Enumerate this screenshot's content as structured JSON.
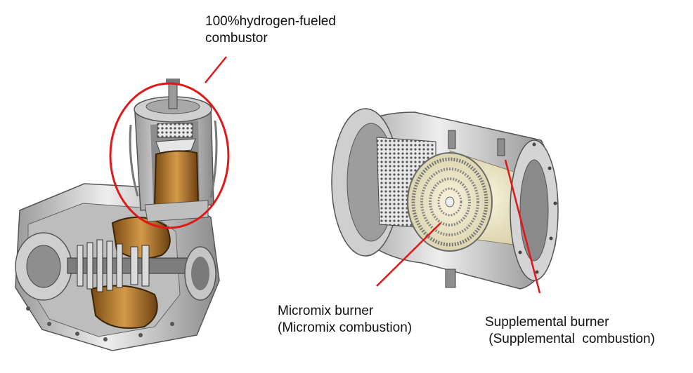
{
  "labels": {
    "combustor_line1": "100%hydrogen-fueled",
    "combustor_line2": "combustor",
    "micromix_line1": "Micromix burner",
    "micromix_line2": "(Micromix combustion)",
    "supplemental_line1": "Supplemental burner",
    "supplemental_line2": " (Supplemental  combustion)"
  },
  "colors": {
    "highlight_red": "#e01818",
    "metal_light": "#d9d9d9",
    "metal_dark": "#6a6a6a",
    "copper": "#b8782a",
    "cream": "#efe9c8"
  }
}
